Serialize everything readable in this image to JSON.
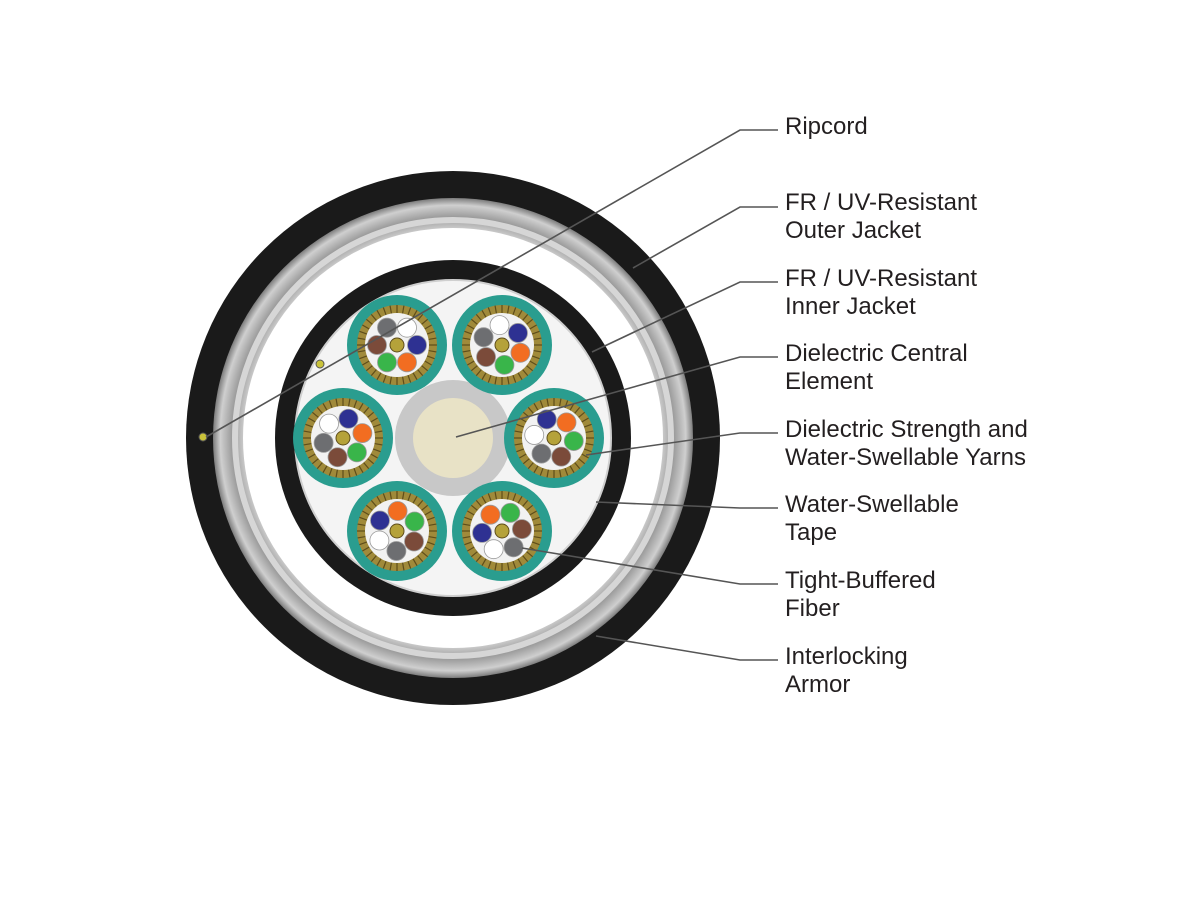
{
  "labels": [
    {
      "id": "ripcord",
      "lines": [
        "Ripcord"
      ]
    },
    {
      "id": "outer-jacket",
      "lines": [
        "FR / UV-Resistant",
        "Outer Jacket"
      ]
    },
    {
      "id": "inner-jacket",
      "lines": [
        "FR / UV-Resistant",
        "Inner Jacket"
      ]
    },
    {
      "id": "central-element",
      "lines": [
        "Dielectric Central",
        "Element"
      ]
    },
    {
      "id": "strength-yarns",
      "lines": [
        "Dielectric Strength and",
        "Water-Swellable Yarns"
      ]
    },
    {
      "id": "water-tape",
      "lines": [
        "Water-Swellable",
        "Tape"
      ]
    },
    {
      "id": "tight-buffered-fiber",
      "lines": [
        "Tight-Buffered",
        "Fiber"
      ]
    },
    {
      "id": "armor",
      "lines": [
        "Interlocking",
        "Armor"
      ]
    }
  ],
  "colors": {
    "outer_jacket": "#1a1a1a",
    "armor_light": "#d6d6d6",
    "armor_dark": "#8e8e8e",
    "inner_jacket": "#1a1a1a",
    "subunit_jacket": "#2a9d8f",
    "yarn": "#a08a3a",
    "central_element_core": "#e8e2c6",
    "central_element_ring": "#c8c8c8",
    "ripcord": "#c9c23a",
    "leader_line": "#555555",
    "fiber_colors": [
      "#2e3192",
      "#f26d21",
      "#39b54a",
      "#7b4b3a",
      "#6d6e71",
      "#ffffff"
    ]
  }
}
